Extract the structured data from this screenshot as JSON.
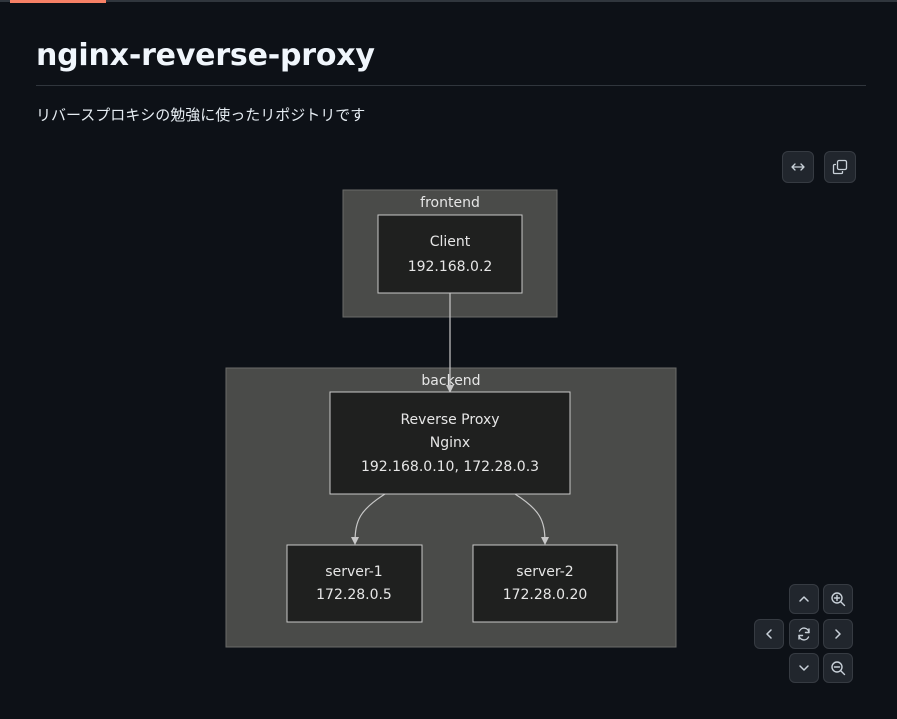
{
  "repo": {
    "name": "nginx-reverse-proxy",
    "description": "リバースプロキシの勉強に使ったリポジトリです"
  },
  "toolbar": {
    "expand_icon": "arrows-horizontal-icon",
    "copy_icon": "copy-icon"
  },
  "diagram": {
    "subgraphs": [
      {
        "id": "frontend",
        "label": "frontend"
      },
      {
        "id": "backend",
        "label": "backend"
      }
    ],
    "nodes": {
      "client": {
        "line1": "Client",
        "line2": "192.168.0.2"
      },
      "proxy": {
        "line1": "Reverse Proxy",
        "line2": "Nginx",
        "line3": "192.168.0.10, 172.28.0.3"
      },
      "server1": {
        "line1": "server-1",
        "line2": "172.28.0.5"
      },
      "server2": {
        "line1": "server-2",
        "line2": "172.28.0.20"
      }
    },
    "edges": [
      {
        "from": "client",
        "to": "proxy"
      },
      {
        "from": "proxy",
        "to": "server1"
      },
      {
        "from": "proxy",
        "to": "server2"
      }
    ],
    "colors": {
      "page_bg": "#0d1117",
      "subgraph_fill": "#4a4b49",
      "node_fill": "#1f201f",
      "node_stroke": "#c8c8c8",
      "edge": "#c8c8c8",
      "accent": "#f78166"
    }
  },
  "navigation": {
    "pan_up_icon": "chevron-up-icon",
    "pan_down_icon": "chevron-down-icon",
    "pan_left_icon": "chevron-left-icon",
    "pan_right_icon": "chevron-right-icon",
    "reset_icon": "refresh-icon",
    "zoom_in_icon": "zoom-in-icon",
    "zoom_out_icon": "zoom-out-icon"
  }
}
